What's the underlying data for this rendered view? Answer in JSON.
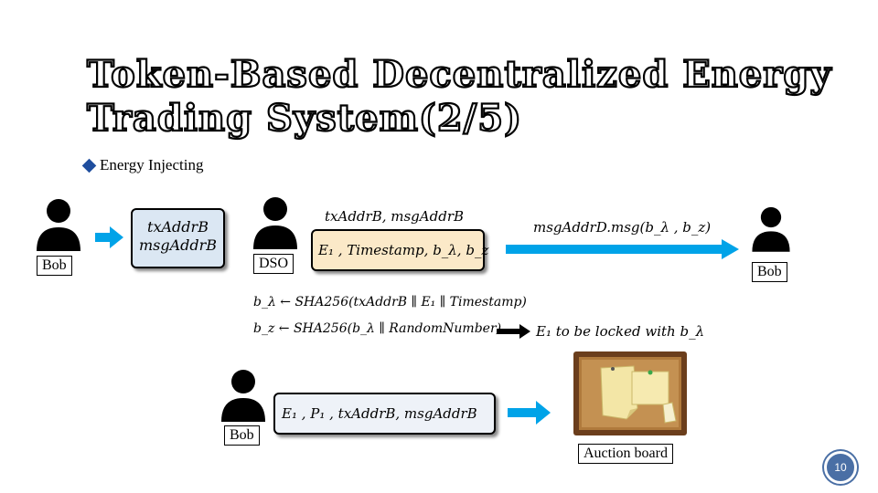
{
  "title": {
    "line1": "Token-Based Decentralized Energy",
    "line2": "Trading System(2/5)"
  },
  "bullet": {
    "text": "Energy Injecting"
  },
  "actors": {
    "bob_left": "Bob",
    "dso": "DSO",
    "bob_right": "Bob",
    "bob_bottom": "Bob",
    "auction_board": "Auction board"
  },
  "boxes": {
    "address_line1": "txAddrB",
    "address_line2": "msgAddrB",
    "dso_header": "txAddrB, msgAddrB",
    "dso_content": "E₁ , Timestamp, b_λ, b_z",
    "bottom_content": "E₁ , P₁ , txAddrB, msgAddrB"
  },
  "arrow_labels": {
    "top_right": "msgAddrD.msg(b_λ , b_z)"
  },
  "formulas": {
    "line1": "b_λ ← SHA256(txAddrB ∥ E₁ ∥ Timestamp)",
    "line2": "b_z ← SHA256(b_λ ∥ RandomNumber)",
    "lock_text": "E₁  to be locked with b_λ"
  },
  "page_number": "10",
  "colors": {
    "arrow_blue": "#00a3e8",
    "box_blue": "#dbe7f3",
    "box_tan": "#fbe9c8",
    "bullet": "#1f4e9e",
    "page_badge": "#4a6fa5"
  }
}
